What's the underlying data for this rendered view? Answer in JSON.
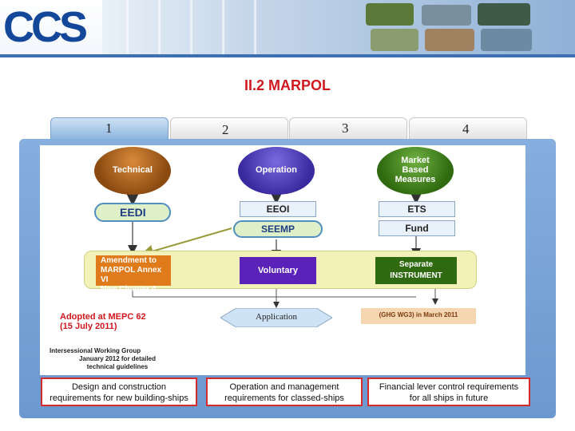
{
  "header": {
    "logo_text": "CCS"
  },
  "title": "II.2 MARPOL",
  "tabs": [
    "1",
    "2",
    "3",
    "4"
  ],
  "diagram": {
    "pillars": [
      {
        "label": "Technical",
        "color": "#8a4a10"
      },
      {
        "label": "Operation",
        "color": "#3a2aa0"
      },
      {
        "label_lines": [
          "Market",
          "Based",
          "Measures"
        ],
        "color": "#2f6a10"
      }
    ],
    "measures": {
      "eedi": "EEDI",
      "eeoi": "EEOI",
      "seemp": "SEEMP",
      "ets": "ETS",
      "fund": "Fund"
    },
    "instruments": {
      "amendment_lines": [
        "Amendment to",
        "MARPOL Annex VI",
        "New Chapter 4"
      ],
      "voluntary": "Voluntary",
      "separate_lines": [
        "Separate",
        "INSTRUMENT"
      ]
    },
    "adopted_lines": [
      "Adopted at MEPC 62",
      "(15 July 2011)"
    ],
    "application": "Application",
    "ghg_note": "(GHG WG3) in March 2011",
    "isw_lines": [
      "Intersessional Working Group",
      "January 2012 for detailed",
      "technical guidelines"
    ]
  },
  "descriptions": [
    [
      "Design and construction",
      "requirements for new building-ships"
    ],
    [
      "Operation and management",
      "requirements for classed-ships"
    ],
    [
      "Financial lever control requirements",
      "for all ships in future"
    ]
  ],
  "colors": {
    "title": "#d0181f",
    "panel": "#7ea6d8",
    "desc_border": "#d52b2b"
  },
  "icons": [
    "ship-photo",
    "arrow-down"
  ]
}
